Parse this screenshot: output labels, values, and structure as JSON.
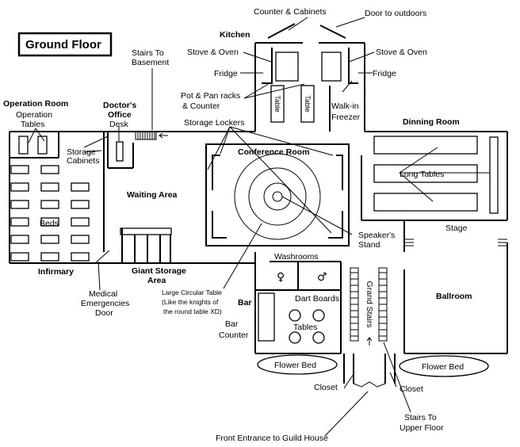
{
  "title": "Ground Floor",
  "labels": {
    "counter_cabinets": "Counter & Cabinets",
    "door_outdoors": "Door to outdoors",
    "kitchen": "Kitchen",
    "stove_oven": "Stove & Oven",
    "fridge": "Fridge",
    "stairs_basement_1": "Stairs To",
    "stairs_basement_2": "Basement",
    "pot_pan_1": "Pot & Pan racks",
    "pot_pan_2": "& Counter",
    "table": "Table",
    "walkin_1": "Walk-in",
    "walkin_2": "Freezer",
    "operation_room": "Operation Room",
    "operation_tables_1": "Operation",
    "operation_tables_2": "Tables",
    "doctors_office_1": "Doctor's",
    "doctors_office_2": "Office",
    "desk": "Desk",
    "storage_lockers": "Storage Lockers",
    "dinning_room": "Dinning Room",
    "storage_cabinets_1": "Storage",
    "storage_cabinets_2": "Cabinets",
    "conference_room": "Conference Room",
    "long_tables": "Long Tables",
    "waiting_area": "Waiting Area",
    "beds": "Beds",
    "speakers_stand_1": "Speaker's",
    "speakers_stand_2": "Stand",
    "stage": "Stage",
    "washrooms": "Washrooms",
    "infirmary": "Infirmary",
    "giant_storage_1": "Giant Storage",
    "giant_storage_2": "Area",
    "grand_stairs": "Grand Stairs",
    "medical_door_1": "Medical",
    "medical_door_2": "Emergencies",
    "medical_door_3": "Door",
    "large_table_1": "Large Circular Table",
    "large_table_2": "(Like the knights of",
    "large_table_3": "the round table XD)",
    "bar": "Bar",
    "dart_boards": "Dart Boards",
    "ballroom": "Ballroom",
    "tables": "Tables",
    "bar_counter_1": "Bar",
    "bar_counter_2": "Counter",
    "flower_bed": "Flower Bed",
    "closet": "Closet",
    "stairs_upper_1": "Stairs To",
    "stairs_upper_2": "Upper Floor",
    "front_entrance": "Front Entrance to Guild House"
  },
  "symbols": {
    "female": "♀",
    "male": "♂"
  }
}
